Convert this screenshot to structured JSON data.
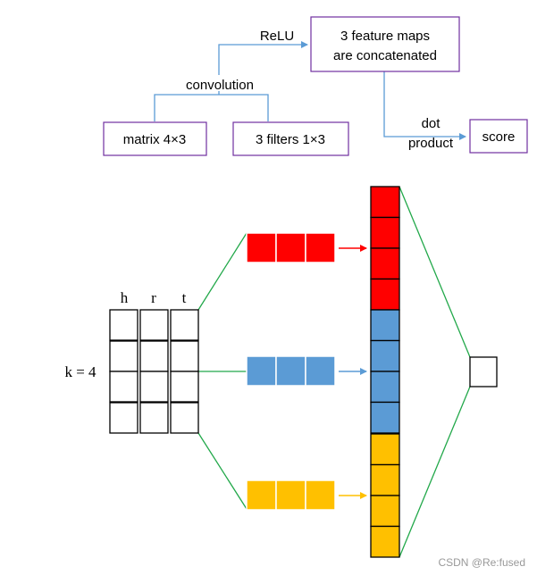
{
  "flow": {
    "relu_label": "ReLU",
    "feature_maps_line1": "3 feature maps",
    "feature_maps_line2": "are concatenated",
    "convolution_label": "convolution",
    "matrix_label": "matrix 4×3",
    "filters_label": "3 filters 1×3",
    "dot_label": "dot",
    "product_label": "product",
    "score_label": "score"
  },
  "network": {
    "col_h": "h",
    "col_r": "r",
    "col_t": "t",
    "k_label": "k = 4"
  },
  "colors": {
    "red": "#ff0000",
    "blue": "#5b9bd5",
    "yellow": "#ffc000",
    "green_line": "#22a84a",
    "purple_border": "#7030a0",
    "flow_line": "#5b9bd5"
  },
  "watermark": "CSDN @Re:fused"
}
